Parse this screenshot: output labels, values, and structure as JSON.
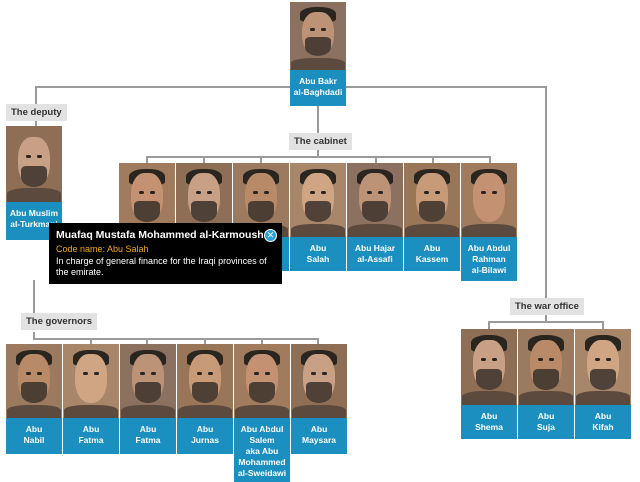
{
  "leader": {
    "lines": [
      "Abu Bakr",
      "al-Baghdadi"
    ]
  },
  "deputy": {
    "label": "The deputy",
    "lines": [
      "Abu Muslim",
      "al-Turkmani"
    ]
  },
  "cabinet": {
    "label": "The cabinet",
    "members": [
      {
        "lines": []
      },
      {
        "lines": []
      },
      {
        "lines": []
      },
      {
        "lines": [
          "Abu",
          "Salah"
        ]
      },
      {
        "lines": [
          "Abu Hajar",
          "al-Assafi"
        ]
      },
      {
        "lines": [
          "Abu",
          "Kassem"
        ]
      },
      {
        "lines": [
          "Abu Abdul",
          "Rahman",
          "al-Bilawi"
        ]
      }
    ]
  },
  "governors": {
    "label": "The governors",
    "members": [
      {
        "lines": [
          "Abu",
          "Nabil"
        ]
      },
      {
        "lines": [
          "Abu",
          "Fatma"
        ]
      },
      {
        "lines": [
          "Abu",
          "Fatma"
        ]
      },
      {
        "lines": [
          "Abu",
          "Jurnas"
        ]
      },
      {
        "lines": [
          "Abu Abdul",
          "Salem",
          "aka Abu",
          "Mohammed",
          "al-Sweidawi"
        ]
      },
      {
        "lines": [
          "Abu",
          "Maysara"
        ]
      }
    ]
  },
  "war_office": {
    "label": "The war office",
    "members": [
      {
        "lines": [
          "Abu",
          "Shema"
        ]
      },
      {
        "lines": [
          "Abu",
          "Suja"
        ]
      },
      {
        "lines": [
          "Abu",
          "Kifah"
        ]
      }
    ]
  },
  "tooltip": {
    "title": "Muafaq Mustafa Mohammed al-Karmoush",
    "code_name": "Code name: Abu Salah",
    "description": "In charge of general finance for the Iraqi provinces of the emirate.",
    "close_icon": "close-icon"
  },
  "colors": {
    "name_box": "#1a8fc0",
    "connector": "#9a9a9a",
    "section_label_bg": "#e2e2e2",
    "tooltip_bg": "#000000",
    "tooltip_code": "#f2a81d"
  }
}
